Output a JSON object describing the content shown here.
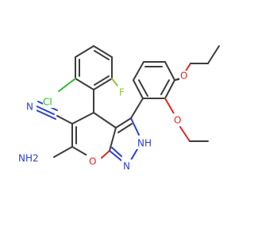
{
  "atoms": {
    "cl": "Cl",
    "f": "F",
    "n_nitrile": "N",
    "nh2": "NH2",
    "o_ring": "O",
    "nh_pyrazole": "NH",
    "n_pyrazole": "N",
    "o_ether": "O",
    "o_methoxy": "O"
  },
  "colors": {
    "carbon": "#3c3c3c",
    "nitrogen": "#2a3fd6",
    "oxygen": "#e0281e",
    "chlorine": "#2eb82e",
    "fluorine": "#93c23c"
  }
}
